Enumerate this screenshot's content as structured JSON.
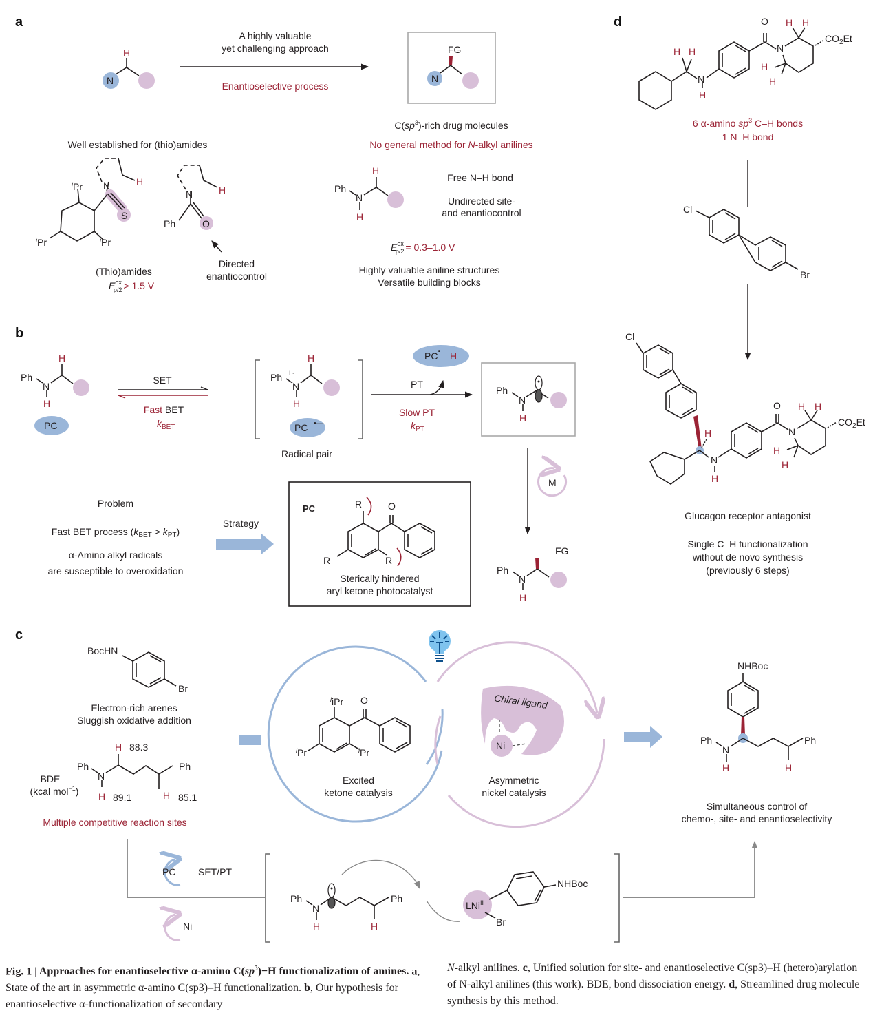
{
  "panels": {
    "a": {
      "label": "a",
      "arrow_top": [
        "A highly valuable",
        "yet challenging approach"
      ],
      "arrow_bottom": "Enantioselective process",
      "reactant": {
        "n": "N",
        "h": "H"
      },
      "product": {
        "fg": "FG",
        "n": "N"
      },
      "product_caption": "C(sp3)-rich drug molecules",
      "product_caption_parts": {
        "pre": "C(",
        "italic": "sp",
        "sup": "3",
        "post": ")-rich drug molecules"
      },
      "no_method": {
        "pre": "No general method for ",
        "italic": "N",
        "post": "-alkyl anilines"
      },
      "left_title": "Well established for (thio)amides",
      "thioamide": {
        "ipr": "iPr",
        "n": "N",
        "h": "H",
        "s": "S"
      },
      "amide": {
        "ph": "Ph",
        "n": "N",
        "h": "H",
        "o": "O"
      },
      "thioamide_caption": "(Thio)amides",
      "thioamide_potential": "> 1.5 V",
      "directed": [
        "Directed",
        "enantiocontrol"
      ],
      "aniline": {
        "ph": "Ph",
        "n": "N",
        "h_top": "H",
        "h_bottom": "H"
      },
      "features": [
        "Free N–H bond",
        "Undirected site-",
        "and enantiocontrol"
      ],
      "aniline_potential": "= 0.3–1.0 V",
      "potential_symbol": {
        "e": "E",
        "sup": "ox",
        "sub": "p/2"
      },
      "aniline_caption": [
        "Highly valuable aniline structures",
        "Versatile building blocks"
      ]
    },
    "b": {
      "label": "b",
      "set_label": "SET",
      "fast_bet": {
        "red": "Fast",
        "black": " BET"
      },
      "k_bet": {
        "k": "k",
        "sub": "BET"
      },
      "pc": "PC",
      "pc_anion": "PC",
      "radical_pair": "Radical pair",
      "pt_label": "PT",
      "pc_h": {
        "pc": "PC",
        "h": "H"
      },
      "slow_pt": "Slow PT",
      "k_pt": {
        "k": "k",
        "sub": "PT"
      },
      "metal_cycle": "M",
      "fg": "FG",
      "problem_title": "Problem",
      "problem_lines": [
        "Fast BET process (kBET > kPT)",
        "α-Amino alkyl radicals",
        "are susceptible to overoxidation"
      ],
      "strategy": "Strategy",
      "pc_box_label": "PC",
      "pc_r": "R",
      "pc_o": "O",
      "pc_caption": [
        "Sterically hindered",
        "aryl ketone photocatalyst"
      ],
      "ph": "Ph",
      "n": "N",
      "h": "H"
    },
    "c": {
      "label": "c",
      "substrate_boc": "BocHN",
      "substrate_br": "Br",
      "substrate_caption": [
        "Electron-rich arenes",
        "Sluggish oxidative addition"
      ],
      "bde_label": [
        "BDE",
        "(kcal mol−1)"
      ],
      "bde_values": {
        "alpha": "88.3",
        "nh": "89.1",
        "benzylic": "85.1"
      },
      "competitive": "Multiple competitive reaction sites",
      "ketone_caption": [
        "Excited",
        "ketone catalysis"
      ],
      "ipr": "iPr",
      "o": "O",
      "chiral_ligand": "Chiral ligand",
      "ni": "Ni",
      "nickel_caption": [
        "Asymmetric",
        "nickel catalysis"
      ],
      "product_nhboc": "NHBoc",
      "product_caption": [
        "Simultaneous control of",
        "chemo-, site- and enantioselectivity"
      ],
      "pc_cycle": "PC",
      "set_pt": "SET/PT",
      "ni_cycle": "Ni",
      "lni": "LNi",
      "lni_sup": "II",
      "br": "Br",
      "ph": "Ph",
      "n": "N",
      "h": "H"
    },
    "d": {
      "label": "d",
      "co2et": "CO2Et",
      "bonds_caption": [
        "6 α-amino sp3 C–H bonds",
        "1 N–H bond"
      ],
      "cl": "Cl",
      "br": "Br",
      "drug_name": "Glucagon receptor antagonist",
      "drug_caption": [
        "Single C–H functionalization",
        "without de novo synthesis",
        "(previously 6 steps)"
      ],
      "o": "O",
      "n": "N",
      "h": "H"
    }
  },
  "caption": {
    "fig_label": "Fig. 1 | ",
    "title": "Approaches for enantioselective α-amino C(sp3)–H functionalization of amines.",
    "a": "State of the art in asymmetric α-amino C(sp3)–H functionalization.",
    "b": "Our hypothesis for enantioselective α-functionalization of secondary N-alkyl anilines.",
    "c": "Unified solution for site- and enantioselective C(sp3)–H (hetero)arylation of N-alkyl anilines (this work). BDE, bond dissociation energy.",
    "d": "Streamlined drug molecule synthesis by this method."
  },
  "colors": {
    "accent_red": "#9b2335",
    "blue_fill": "#9ab6d9",
    "pink_fill": "#d8bfd8",
    "blue_arrow": "#9ab6d9",
    "ring_fill": "#d5dfee"
  }
}
